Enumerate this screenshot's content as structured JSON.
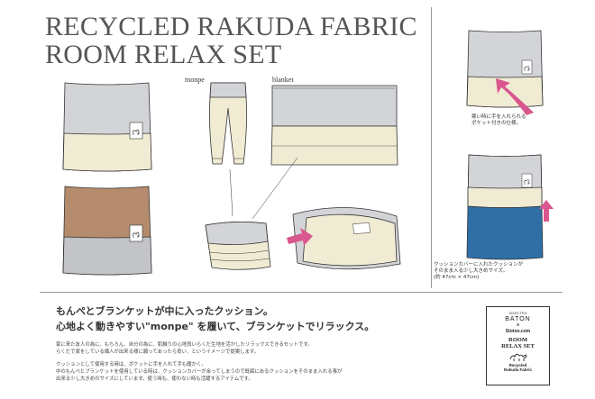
{
  "title": {
    "line1": "RECYCLED RAKUDA FABRIC",
    "line2": "ROOM RELAX SET"
  },
  "labels": {
    "monpe": "monpe",
    "blanket": "blanket"
  },
  "side_notes": {
    "top_line1": "寒い時に手を入れられる",
    "top_line2": "ポケット付きの仕様。",
    "bottom_line1": "クッションカバーに入れたクッションが",
    "bottom_line2": "そのまま入る少し大きめサイズ。",
    "bottom_line3": "(約 47cm × 47cm)"
  },
  "headline": {
    "line1": "もんぺとブランケットが中に入ったクッション。",
    "line2": "心地よく動きやすい\"monpe\" を履いて、ブランケットでリラックス。"
  },
  "body": {
    "p1_line1": "家に来た友人の為に、もちろん、自分の為に、肌触りの心地良いらくだ生地を活かしたリラックスできるセットです。",
    "p1_line2": "らくだで家をしている繊人が出来る様に願ってあったら良い、というイメージで提案します。",
    "p2_line1": "クッションとして使用する時は、ポケットに手を入れて手も暖かく。",
    "p2_line2": "中のもんぺとブランケットを使用している時は、クッションカバーが余ってしまうので既締にあるクッションをそのまま入れる事が",
    "p2_line3": "出来る少し大きめのサイズにしています。使う時も、使わない時も活躍するアイテムです。"
  },
  "stamp": {
    "small": "ZOZO TEX",
    "brand": "BATON",
    "cross": "×",
    "partner": "Stotoo.com",
    "product_line1": "ROOM",
    "product_line2": "RELAX SET",
    "footer_line1": "Recycled",
    "footer_line2": "Rakuda Fabric"
  },
  "colors": {
    "grey": "#d3d4d8",
    "cream": "#f0ebd3",
    "brown": "#b48b6c",
    "blue": "#2f6fa6",
    "pink_arrow": "#d9568e",
    "line": "#333333"
  },
  "icons": [
    "pocket-arrow-icon",
    "up-arrow-icon",
    "camel-tag-icon",
    "camel-stamp-icon"
  ]
}
